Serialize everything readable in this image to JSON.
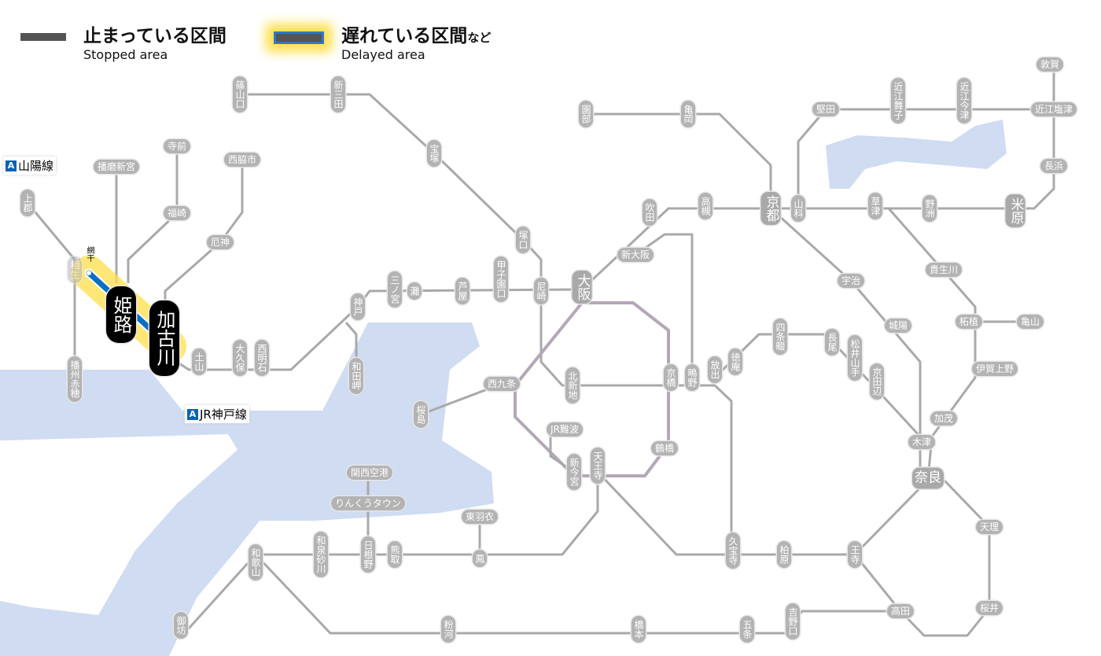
{
  "legend": {
    "stopped": {
      "jp": "止まっている区間",
      "en": "Stopped area"
    },
    "delayed": {
      "jp": "遅れている区間",
      "jp_suffix": "など",
      "en": "Delayed area"
    }
  },
  "line_labels": [
    {
      "badge": "A",
      "name": "山陽線"
    },
    {
      "badge": "A",
      "name": "JR神戸線"
    }
  ],
  "small_label": "網干",
  "colors": {
    "water": "#cfdcf2",
    "track": "#a9a9a9",
    "delayed_line": "#0a6fc2",
    "delay_glow": "#ffd800"
  },
  "stations": [
    "篠山口",
    "新三田",
    "宝塚",
    "塚口",
    "甲子園口",
    "尼崎",
    "大阪",
    "芦屋",
    "灘",
    "三ノ宮",
    "神戸",
    "和田岬",
    "西明石",
    "大久保",
    "土山",
    "加古川",
    "姫路",
    "相生",
    "上郡",
    "播州赤穂",
    "播磨新宮",
    "寺前",
    "福崎",
    "西脇市",
    "厄神",
    "園部",
    "亀岡",
    "京都",
    "山科",
    "堅田",
    "近江舞子",
    "近江今津",
    "敦賀",
    "近江塩津",
    "長浜",
    "米原",
    "野洲",
    "草津",
    "高槻",
    "吹田",
    "新大阪",
    "宇治",
    "城陽",
    "京田辺",
    "松井山手",
    "長尾",
    "四条畷",
    "徳庵",
    "放出",
    "鴫野",
    "京橋",
    "北新地",
    "西九条",
    "桜島",
    "JR難波",
    "新今宮",
    "天王寺",
    "鶴橋",
    "関西空港",
    "りんくうタウン",
    "東羽衣",
    "鳳",
    "日根野",
    "熊取",
    "和泉砂川",
    "和歌山",
    "御坊",
    "粉河",
    "橋本",
    "五条",
    "吉野口",
    "高田",
    "王寺",
    "柏原",
    "久宝寺",
    "奈良",
    "木津",
    "加茂",
    "伊賀上野",
    "柘植",
    "亀山",
    "天理",
    "桜井",
    "貴生川"
  ]
}
